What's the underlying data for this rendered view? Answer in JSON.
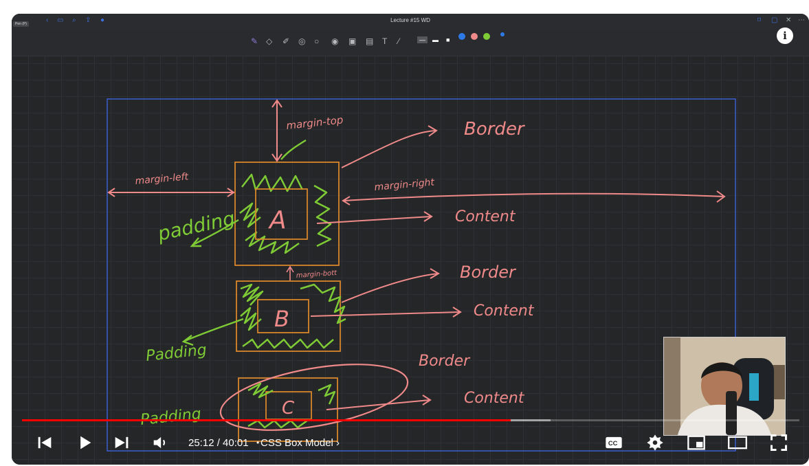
{
  "app": {
    "window_title": "Lecture #15 WD",
    "pen_badge": "Pen (P)",
    "info_button": "i"
  },
  "whiteboard": {
    "labels": {
      "margin_top": "margin-top",
      "margin_left": "margin-left",
      "margin_right": "margin-right",
      "margin_bottom": "margin-bott",
      "padding_a": "padding",
      "padding_b": "Padding",
      "padding_c": "Padding",
      "border_a": "Border",
      "border_b": "Border",
      "border_c": "Border",
      "content_a": "Content",
      "content_b": "Content",
      "content_c": "Content",
      "box_a": "A",
      "box_b": "B",
      "box_c": "C"
    },
    "colors": {
      "board": "#252628",
      "outline": "#3b5fd1",
      "margin_arrows": "#f08a8a",
      "padding_scribble": "#7ecb36",
      "box_border": "#d9862a"
    }
  },
  "player": {
    "current_time": "25:12",
    "duration": "40:01",
    "time_display": "25:12 / 40:01",
    "chapter": "CSS Box Model",
    "played_fraction": 0.629,
    "buffered_fraction": 0.68,
    "controls": {
      "previous": "previous-icon",
      "play": "play-icon",
      "next": "next-icon",
      "volume": "volume-icon",
      "captions": "captions-icon",
      "settings": "settings-icon",
      "miniplayer": "miniplayer-icon",
      "theater": "theater-icon",
      "fullscreen": "fullscreen-icon"
    },
    "accent": "#ff0000"
  }
}
